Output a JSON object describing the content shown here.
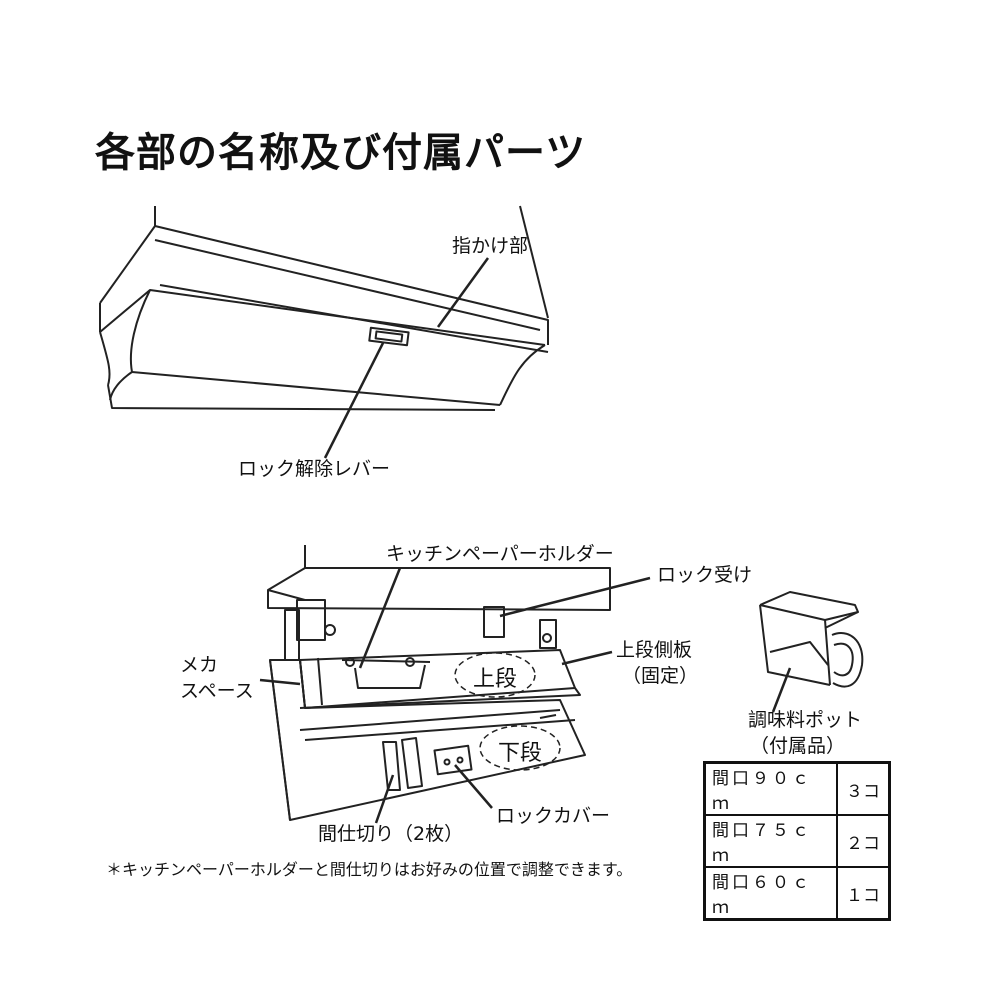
{
  "title": "各部の名称及び付属パーツ",
  "labels": {
    "finger_grip": "指かけ部",
    "lock_release_lever": "ロック解除レバー",
    "paper_holder": "キッチンペーパーホルダー",
    "lock_receiver": "ロック受け",
    "upper_side_panel": "上段側板",
    "upper_side_panel_note": "（固定）",
    "mech_space_1": "メカ",
    "mech_space_2": "スペース",
    "upper_tier": "上段",
    "lower_tier": "下段",
    "lock_cover": "ロックカバー",
    "divider": "間仕切り（2枚）",
    "seasoning_pot": "調味料ポット",
    "seasoning_pot_note": "（付属品）"
  },
  "table": {
    "rows": [
      {
        "width": "間口９０ｃｍ",
        "count": "３コ"
      },
      {
        "width": "間口７５ｃｍ",
        "count": "２コ"
      },
      {
        "width": "間口６０ｃｍ",
        "count": "１コ"
      }
    ]
  },
  "note": "＊キッチンペーパーホルダーと間仕切りはお好みの位置で調整できます。"
}
